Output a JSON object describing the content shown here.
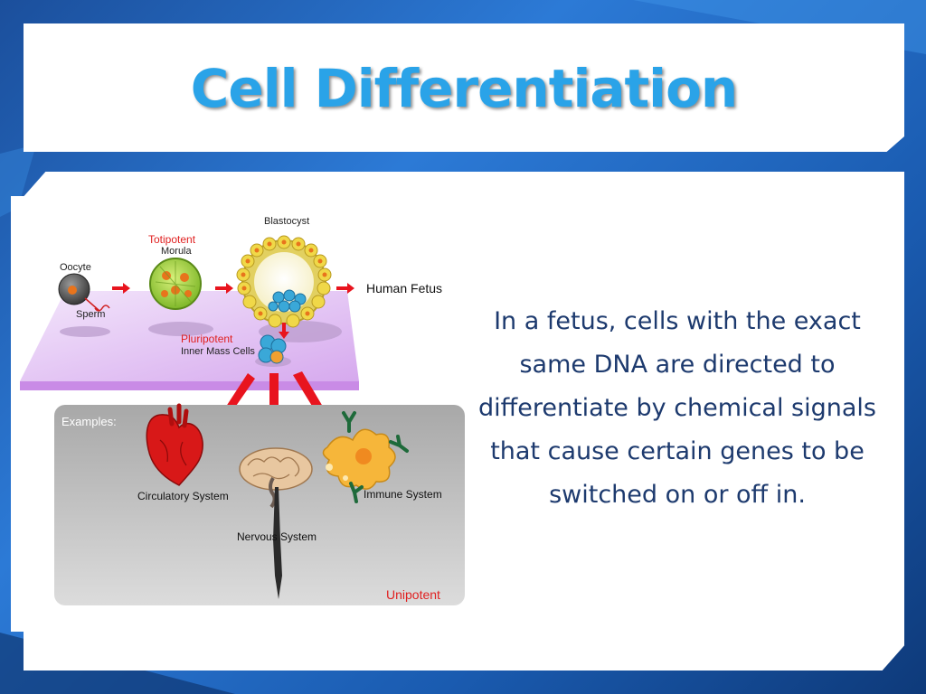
{
  "slide": {
    "title": "Cell Differentiation",
    "body_text": "In a fetus, cells with the exact same DNA are directed to differentiate by chemical signals that cause certain genes to be switched on or off in."
  },
  "figure": {
    "labels": {
      "oocyte": "Oocyte",
      "sperm": "Sperm",
      "totipotent": "Totipotent",
      "morula": "Morula",
      "blastocyst": "Blastocyst",
      "human_fetus": "Human Fetus",
      "pluripotent": "Pluripotent",
      "inner_mass_cells": "Inner Mass Cells",
      "examples": "Examples:",
      "circulatory_system": "Circulatory System",
      "nervous_system": "Nervous System",
      "immune_system": "Immune System",
      "unipotent": "Unipotent"
    }
  },
  "colors": {
    "title": "#2aa3e8",
    "body_text": "#1d3a6e",
    "red_label": "#e02020",
    "arrow": "#e8141e",
    "platform": "#dcb4f0",
    "examples_box": "#c8c8c8"
  }
}
